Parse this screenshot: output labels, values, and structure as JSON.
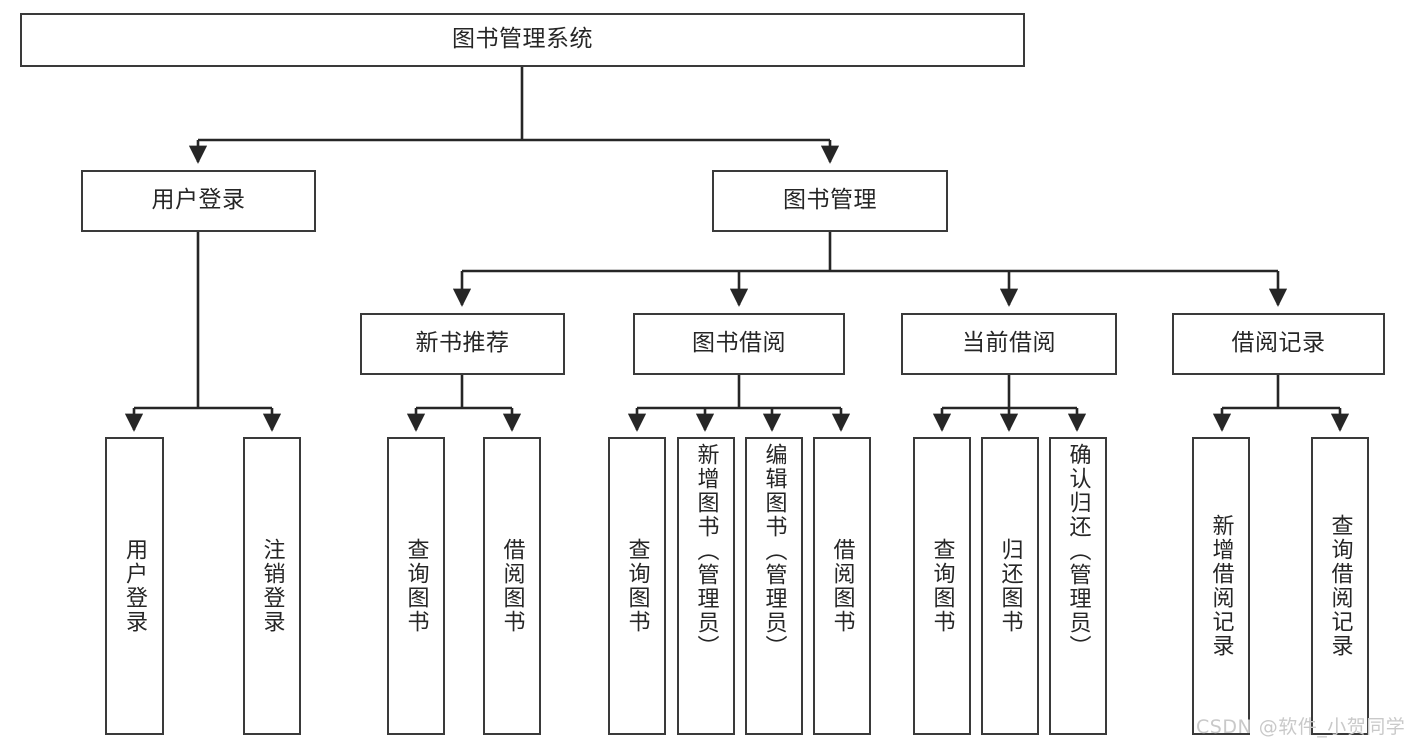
{
  "diagram": {
    "title": "图书管理系统",
    "type": "hierarchy-tree",
    "watermark": "CSDN @软件_小贺同学",
    "colors": {
      "box_border": "#3a3a3a",
      "box_fill": "#ffffff",
      "edge": "#262626",
      "text": "#262626",
      "watermark": "#c9c9c9"
    },
    "nodes": {
      "root": {
        "label": "图书管理系统"
      },
      "level2": [
        {
          "label": "用户登录"
        },
        {
          "label": "图书管理"
        }
      ],
      "level3": [
        {
          "label": "新书推荐"
        },
        {
          "label": "图书借阅"
        },
        {
          "label": "当前借阅"
        },
        {
          "label": "借阅记录"
        }
      ],
      "leaves": {
        "user_login": [
          {
            "label": "用户登录"
          },
          {
            "label": "注销登录"
          }
        ],
        "new_book_recommend": [
          {
            "label": "查询图书"
          },
          {
            "label": "借阅图书"
          }
        ],
        "book_borrow": [
          {
            "label": "查询图书"
          },
          {
            "label": "新增图书（管理员）"
          },
          {
            "label": "编辑图书（管理员）"
          },
          {
            "label": "借阅图书"
          }
        ],
        "current_borrow": [
          {
            "label": "查询图书"
          },
          {
            "label": "归还图书"
          },
          {
            "label": "确认归还（管理员）"
          }
        ],
        "borrow_record": [
          {
            "label": "新增借阅记录"
          },
          {
            "label": "查询借阅记录"
          }
        ]
      }
    }
  }
}
